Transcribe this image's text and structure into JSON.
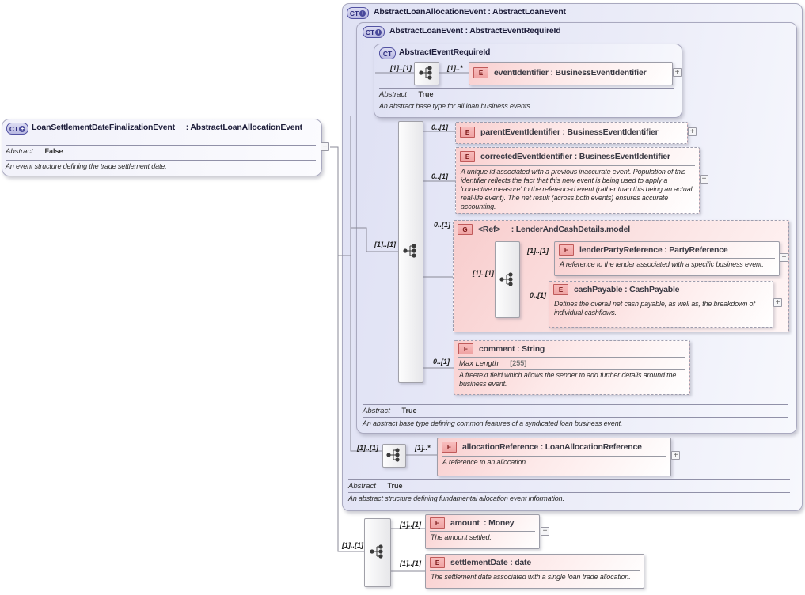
{
  "badges": {
    "complex_type": "CT",
    "element": "E",
    "group": "G"
  },
  "icons": {
    "plus": "+",
    "minus": "−",
    "badge_plus": "+"
  },
  "cardinality": {
    "one_to_one": "[1]..[1]",
    "zero_to_one": "0..[1]",
    "one_to_many": "[1]..*"
  },
  "left_type": {
    "name": "LoanSettlementDateFinalizationEvent",
    "type_suffix": " : AbstractLoanAllocationEvent",
    "abstract_label": "Abstract",
    "abstract_value": "False",
    "description": "An event structure defining the trade settlement date."
  },
  "allocation_event_type": {
    "title": "AbstractLoanAllocationEvent : AbstractLoanEvent",
    "abstract_label": "Abstract",
    "abstract_value": "True",
    "description": "An abstract structure defining fundamental allocation event information."
  },
  "loan_event_type": {
    "title": "AbstractLoanEvent : AbstractEventRequireId",
    "abstract_label": "Abstract",
    "abstract_value": "True",
    "description": "An abstract base type defining common features of a syndicated loan business event."
  },
  "event_require_id_type": {
    "title": "AbstractEventRequireId",
    "abstract_label": "Abstract",
    "abstract_value": "True",
    "description": "An abstract base type for all loan business events."
  },
  "elements": {
    "event_identifier": {
      "label": "eventIdentifier : BusinessEventIdentifier"
    },
    "parent_event_identifier": {
      "label": "parentEventIdentifier : BusinessEventIdentifier"
    },
    "corrected_event_identifier": {
      "label": "correctedEventIdentifier : BusinessEventIdentifier",
      "description": "A unique id associated with a previous inaccurate event. Population of this identifier reflects the fact that this new event is being used to apply a 'corrective measure' to the referenced event (rather than this being an actual real-life event). The net result (across both events) ensures accurate accounting."
    },
    "lender_and_cash_details_group": {
      "label": "<Ref>     : LenderAndCashDetails.model"
    },
    "lender_party_reference": {
      "label": "lenderPartyReference : PartyReference",
      "description": "A reference to the lender associated with a specific business event."
    },
    "cash_payable": {
      "label": "cashPayable : CashPayable",
      "description": "Defines the overall net cash payable, as well as, the breakdown of individual cashflows."
    },
    "comment": {
      "label": "comment : String",
      "max_length_label": "Max Length",
      "max_length_value": "[255]",
      "description": "A freetext field which allows the sender to add further details around the business event."
    },
    "allocation_reference": {
      "label": "allocationReference : LoanAllocationReference",
      "description": "A reference to an allocation."
    },
    "amount": {
      "label": "amount  : Money",
      "description": "The amount settled."
    },
    "settlement_date": {
      "label": "settlementDate : date",
      "description": "The settlement date associated with a single loan trade allocation."
    }
  }
}
